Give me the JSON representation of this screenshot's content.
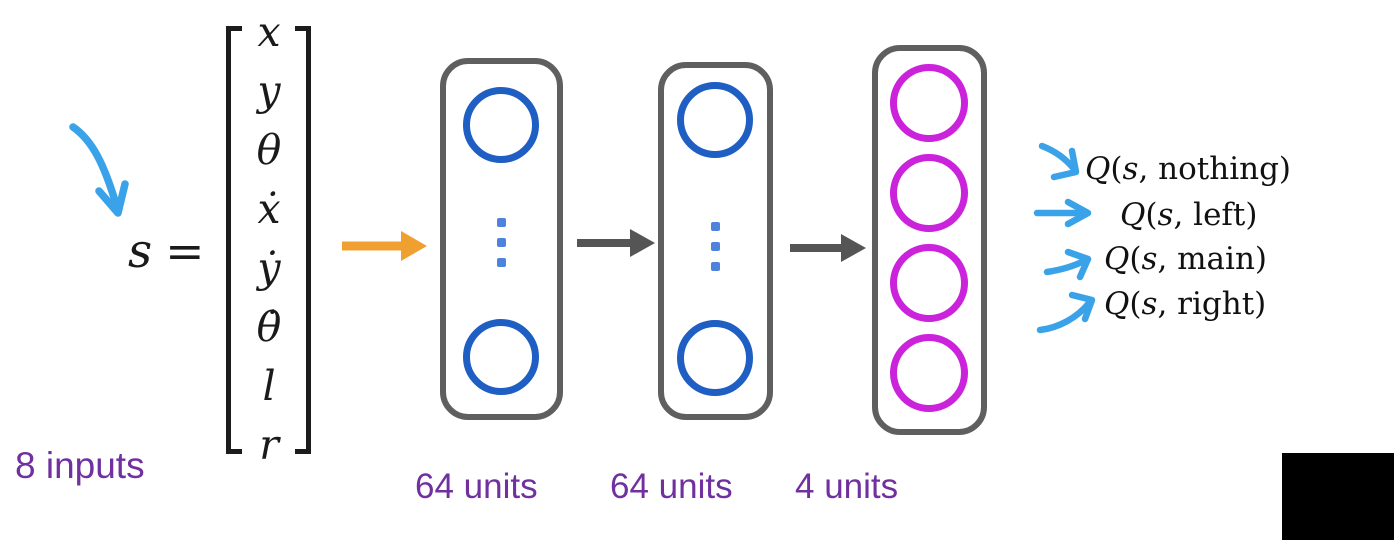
{
  "state": {
    "symbol": "s",
    "equals": "=",
    "vector_entries": [
      "x",
      "y",
      "θ",
      "ẋ",
      "ẏ",
      "θ̇",
      "l",
      "r"
    ],
    "inputs_label": "8 inputs"
  },
  "layers": [
    {
      "id": "hidden-1",
      "label": "64 units",
      "neurons_visible": 2,
      "ellipsis": true,
      "neuron_color": "#1f5ec2"
    },
    {
      "id": "hidden-2",
      "label": "64 units",
      "neurons_visible": 2,
      "ellipsis": true,
      "neuron_color": "#1f5ec2"
    },
    {
      "id": "output",
      "label": "4 units",
      "neurons_visible": 4,
      "ellipsis": false,
      "neuron_color": "#cb22dc"
    }
  ],
  "outputs": [
    {
      "fn": "Q",
      "open": "(",
      "arg": "s",
      "rest": ", nothing)"
    },
    {
      "fn": "Q",
      "open": "(",
      "arg": "s",
      "rest": ", left)"
    },
    {
      "fn": "Q",
      "open": "(",
      "arg": "s",
      "rest": ", main)"
    },
    {
      "fn": "Q",
      "open": "(",
      "arg": "s",
      "rest": ", right)"
    }
  ],
  "colors": {
    "hidden_neuron": "#1f5ec2",
    "ellipsis_dot": "#4f82dd",
    "output_neuron": "#cb22dc",
    "layer_frame": "#5f5f5f",
    "input_arrow_orange": "#f0a030",
    "inter_layer_arrow_gray": "#555555",
    "annotation_arrow_blue": "#3aa2e8",
    "label_purple": "#7030a0",
    "math_text": "#1a1a1a",
    "corner_block": "#000000"
  }
}
